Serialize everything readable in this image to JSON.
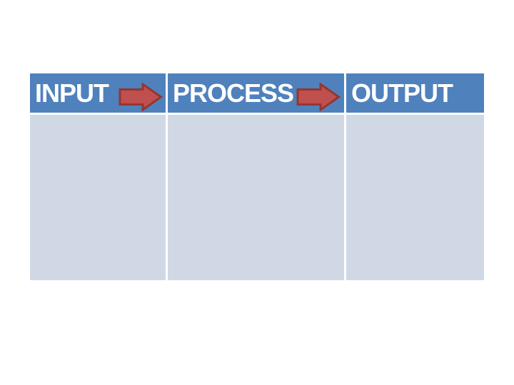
{
  "theme": {
    "slide-bg": "#ffffff",
    "header-bg": "#4f81bd",
    "header-text": "#ffffff",
    "body-bg": "#d0d7e5",
    "grid-line": "#ffffff",
    "arrow-fill": "#c0504d",
    "arrow-stroke": "#943634"
  },
  "ipo_chart": {
    "columns": [
      {
        "header": "INPUT",
        "body": ""
      },
      {
        "header": "PROCESS",
        "body": ""
      },
      {
        "header": "OUTPUT",
        "body": ""
      }
    ],
    "arrows": [
      {
        "icon": "right-arrow-icon",
        "from": "INPUT",
        "to": "PROCESS"
      },
      {
        "icon": "right-arrow-icon",
        "from": "PROCESS",
        "to": "OUTPUT"
      }
    ]
  }
}
